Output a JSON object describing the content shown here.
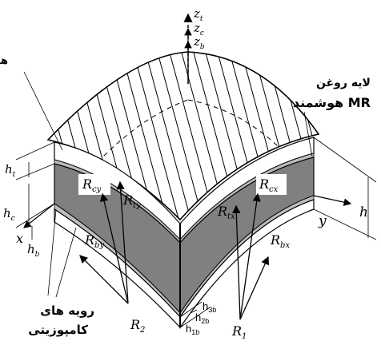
{
  "axes": {
    "zt": [
      "z",
      "t"
    ],
    "zc": [
      "z",
      "c"
    ],
    "zb": [
      "z",
      "b"
    ],
    "x": "x",
    "y": "y"
  },
  "dimensions": {
    "ht": [
      "h",
      "t"
    ],
    "hc": [
      "h",
      "c"
    ],
    "hb": [
      "h",
      "b"
    ],
    "h": "h",
    "h3b": [
      "h",
      "3b"
    ],
    "h2b": [
      "h",
      "2b"
    ],
    "h1b": [
      "h",
      "1b"
    ]
  },
  "radii": {
    "Rcy": [
      "R",
      "cy"
    ],
    "Rty": [
      "R",
      "ty"
    ],
    "Rby": [
      "R",
      "by"
    ],
    "Rcx": [
      "R",
      "cx"
    ],
    "Rtx": [
      "R",
      "tx"
    ],
    "Rbx": [
      "R",
      "bx"
    ],
    "R1": [
      "R",
      "1"
    ],
    "R2": [
      "R",
      "2"
    ]
  },
  "labels": {
    "core": "هسته انعطاف پذیر",
    "mr_line1": "لایه روغن",
    "mr_line2": "هوشمند MR",
    "skins_line1": "رویه های",
    "skins_line2": "کامپوزیتی"
  },
  "colors": {
    "core_fill": "#808080",
    "skin_fill": "#ffffff",
    "line": "#000000"
  }
}
